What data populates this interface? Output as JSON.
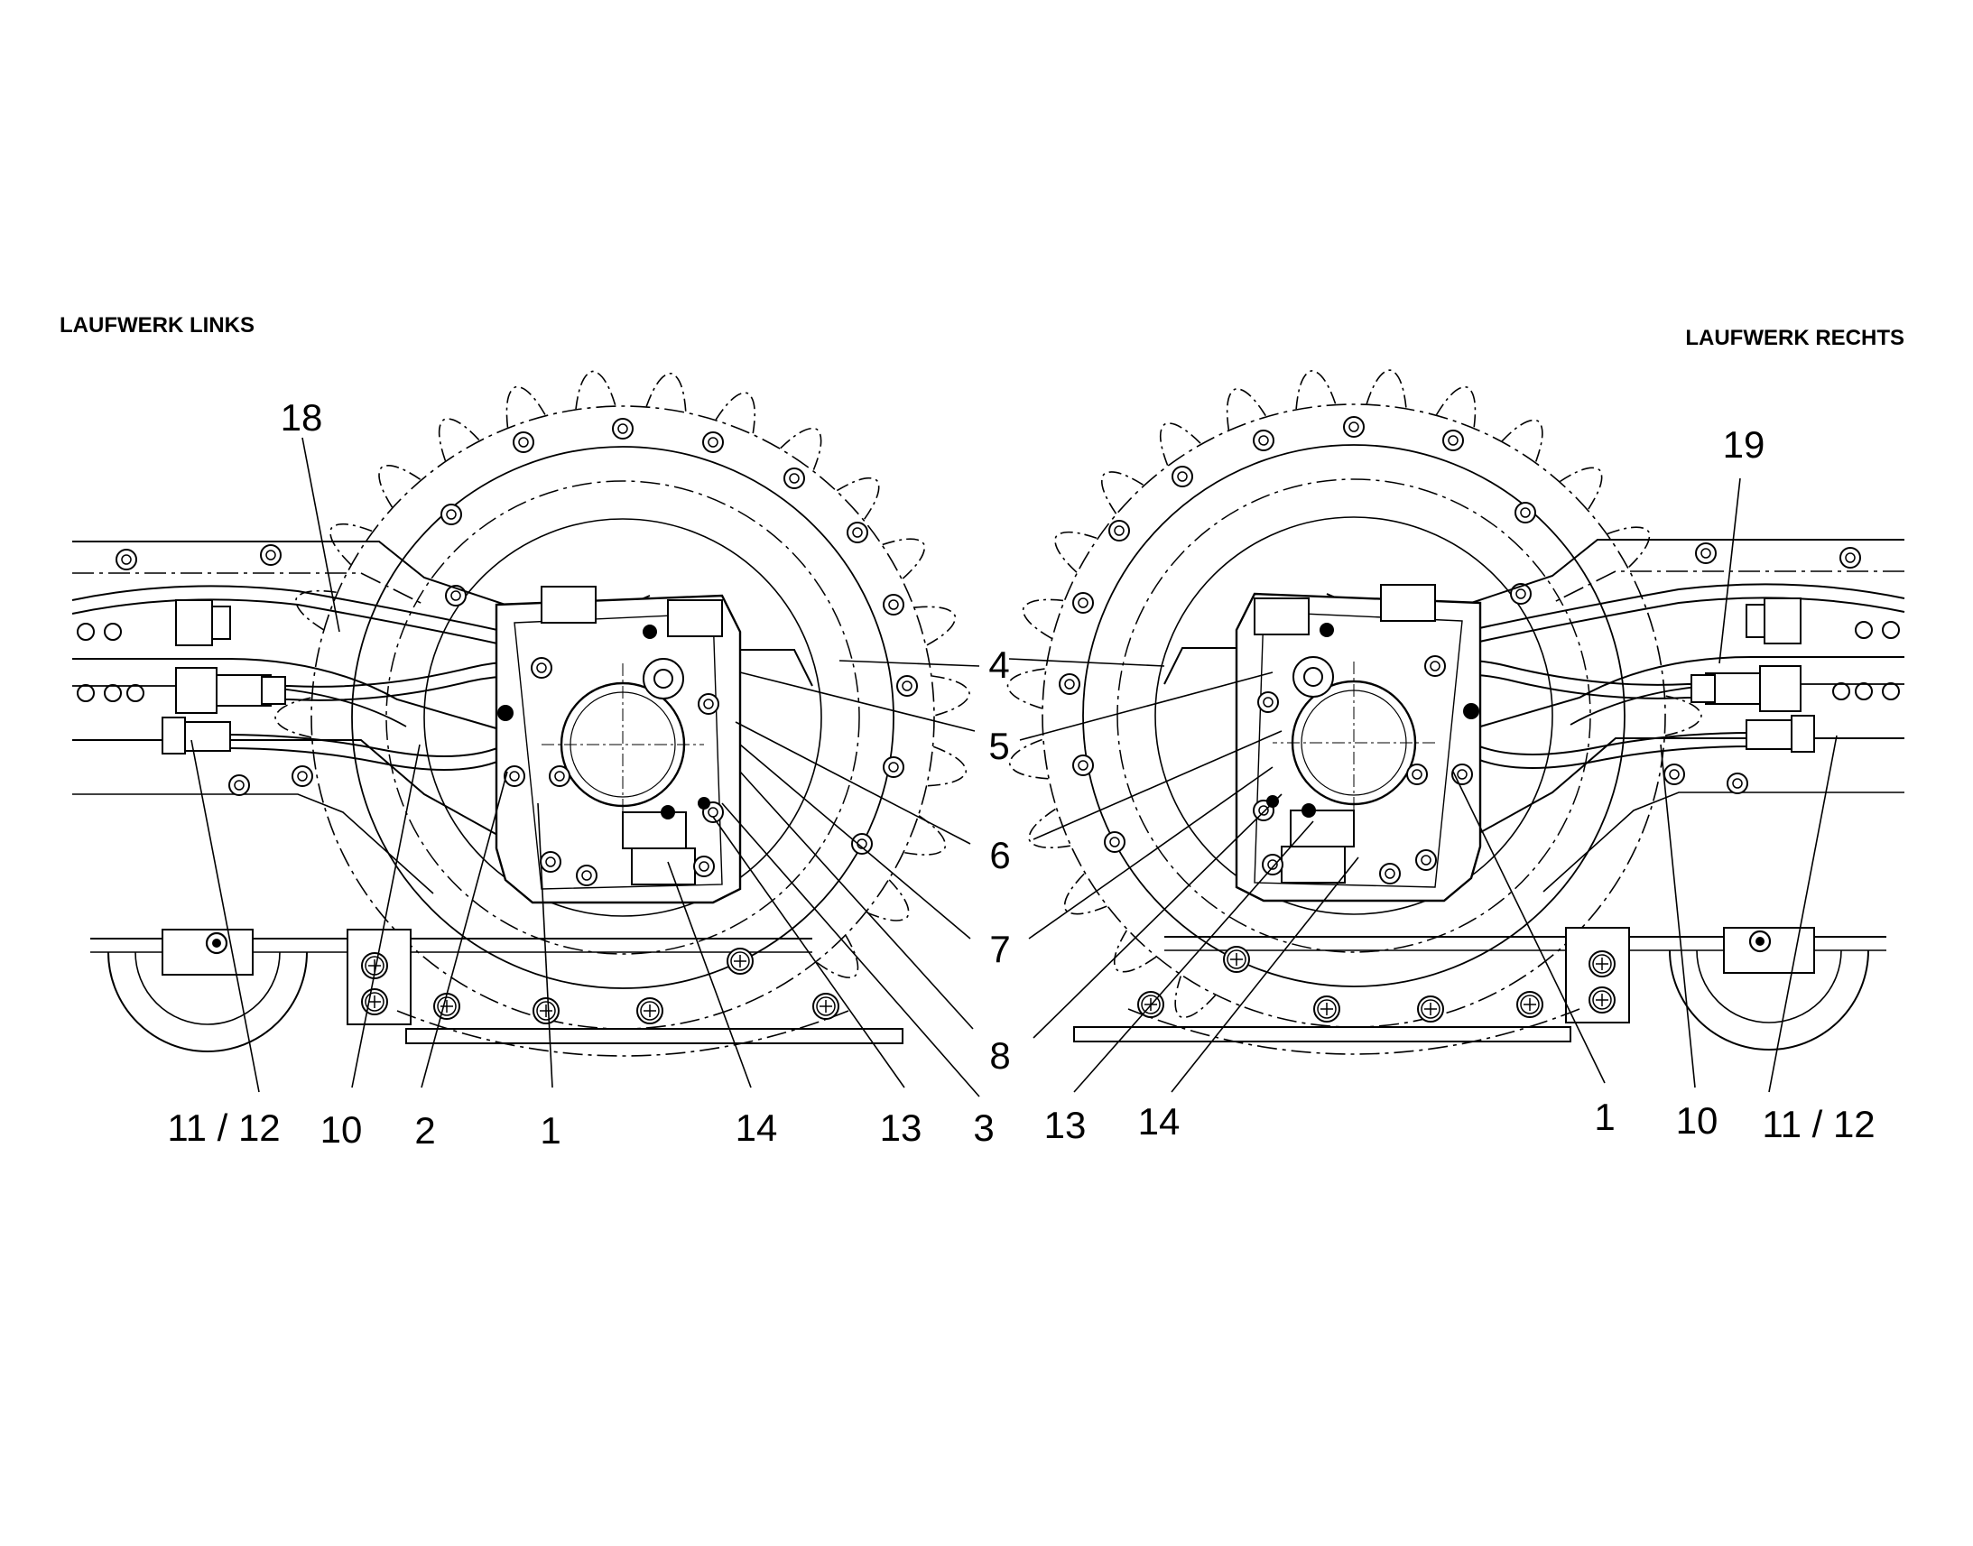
{
  "headers": {
    "left": "LAUFWERK LINKS",
    "right": "LAUFWERK RECHTS"
  },
  "callouts": {
    "left": {
      "c18": "18",
      "c4": "4",
      "c5": "5",
      "c6": "6",
      "c7": "7",
      "c8": "8",
      "c3": "3",
      "c13": "13",
      "c14": "14",
      "c1": "1",
      "c2": "2",
      "c10": "10",
      "c11_12": "11 / 12"
    },
    "right": {
      "c19": "19",
      "c13": "13",
      "c14": "14",
      "c1": "1",
      "c10": "10",
      "c11_12": "11 / 12"
    }
  },
  "colors": {
    "ink": "#000000",
    "paper": "#ffffff"
  }
}
